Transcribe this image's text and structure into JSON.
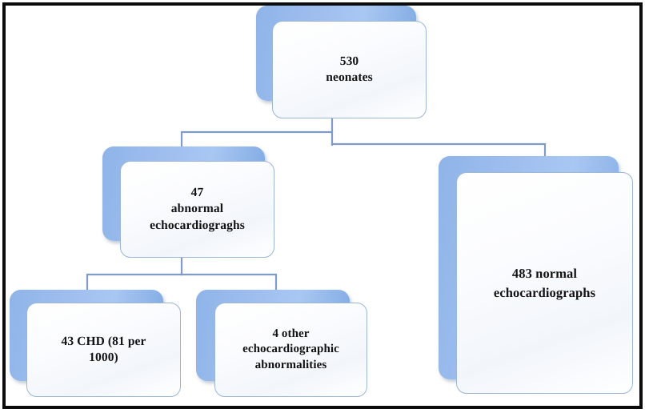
{
  "figure": {
    "type": "flowchart",
    "orientation": "top-down",
    "frame_color": "#0b0b0b",
    "node_accent_color": "#8fb4e8",
    "node_border_color": "#9cb6d4",
    "connector_color": "#7f9dc4",
    "text_color": "#131313"
  },
  "nodes": {
    "total": {
      "id": "total",
      "label": "530\nneonates",
      "value": 530,
      "unit": "neonates"
    },
    "abnormal": {
      "id": "abnormal",
      "label": "47\nabnormal\nechocardiograghs",
      "value": 47,
      "unit": "abnormal echocardiograghs"
    },
    "normal": {
      "id": "normal",
      "label": "483 normal\nechocardiographs",
      "value": 483,
      "unit": "normal echocardiographs"
    },
    "chd": {
      "id": "chd",
      "label": "43 CHD (81 per\n1000)",
      "value": 43,
      "unit": "CHD",
      "rate": "81 per 1000"
    },
    "other": {
      "id": "other",
      "label": "4 other\nechocardiographic\nabnormalities",
      "value": 4,
      "unit": "other echocardiographic abnormalities"
    }
  },
  "edges": [
    {
      "from": "total",
      "to": "abnormal"
    },
    {
      "from": "total",
      "to": "normal"
    },
    {
      "from": "abnormal",
      "to": "chd"
    },
    {
      "from": "abnormal",
      "to": "other"
    }
  ]
}
